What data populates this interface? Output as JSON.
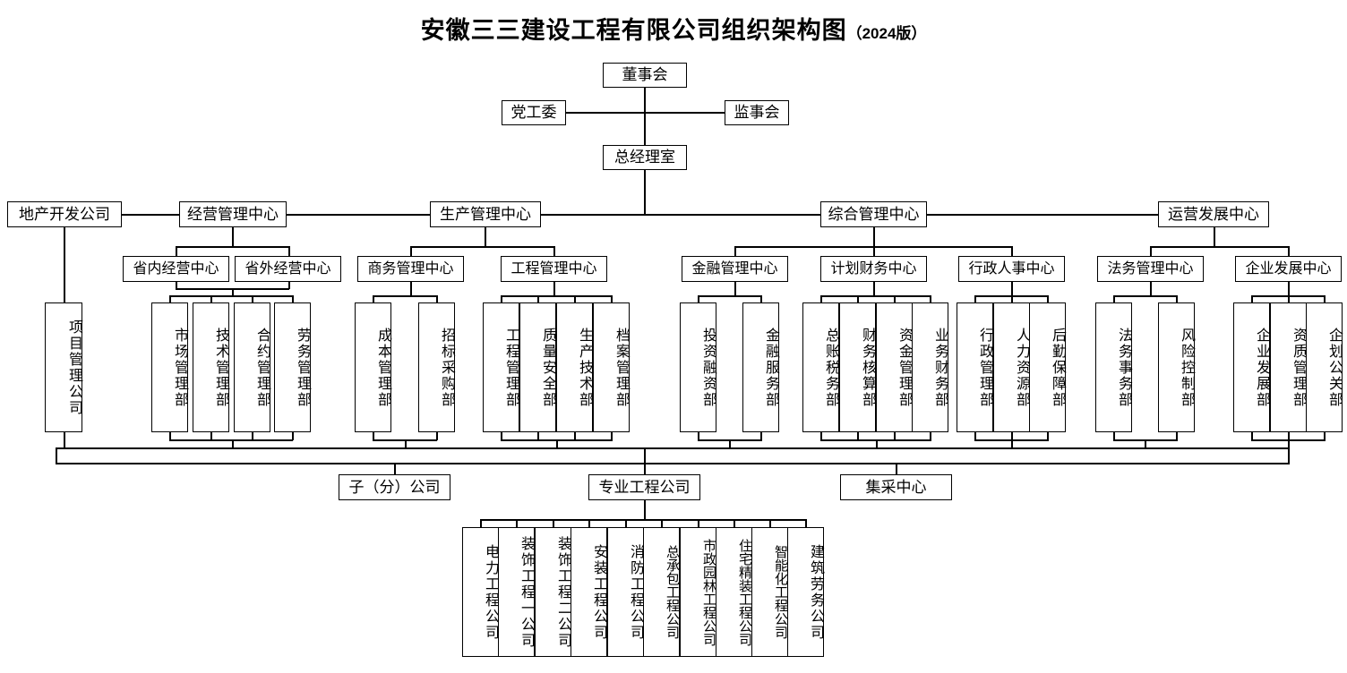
{
  "header": {
    "title_main": "安徽三三建设工程有限公司组织架构图",
    "title_sub": "（2024版）"
  },
  "colors": {
    "line": "#000000",
    "box_border": "#000000",
    "background": "#ffffff"
  },
  "nodes": {
    "board": "董事会",
    "party_committee": "党工委",
    "supervisory_board": "监事会",
    "gm_office": "总经理室",
    "centers": [
      "地产开发公司",
      "经营管理中心",
      "生产管理中心",
      "综合管理中心",
      "运营发展中心"
    ],
    "sub_centers": [
      "省内经营中心",
      "省外经营中心",
      "商务管理中心",
      "工程管理中心",
      "金融管理中心",
      "计划财务中心",
      "行政人事中心",
      "法务管理中心",
      "企业发展中心"
    ],
    "departments": [
      "项目管理公司",
      "市场管理部",
      "技术管理部",
      "合约管理部",
      "劳务管理部",
      "成本管理部",
      "招标采购部",
      "工程管理部",
      "质量安全部",
      "生产技术部",
      "档案管理部",
      "投资融资部",
      "金融服务部",
      "总账税务部",
      "财务核算部",
      "资金管理部",
      "业务财务部",
      "行政管理部",
      "人力资源部",
      "后勤保障部",
      "法务事务部",
      "风险控制部",
      "企业发展部",
      "资质管理部",
      "企划公关部"
    ],
    "bottom_groups": [
      "子（分）公司",
      "专业工程公司",
      "集采中心"
    ],
    "engineering_companies": [
      "电力工程公司",
      "装饰工程一公司",
      "装饰工程二公司",
      "安装工程公司",
      "消防工程公司",
      "总承包工程公司",
      "市政园林工程公司",
      "住宅精装工程公司",
      "智能化工程公司",
      "建筑劳务公司"
    ]
  }
}
